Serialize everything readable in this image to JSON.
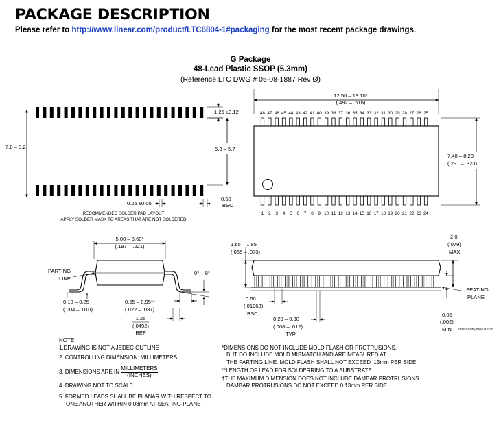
{
  "header": {
    "title": "PACKAGE DESCRIPTION",
    "refer_prefix": "Please refer to ",
    "refer_link": "http://www.linear.com/product/LTC6804-1#packaging",
    "refer_suffix": " for the most recent package drawings."
  },
  "package": {
    "name": "G Package",
    "type": "48-Lead Plastic SSOP (5.3mm)",
    "reference": "(Reference LTC DWG # 05-08-1887 Rev Ø)"
  },
  "pad_layout": {
    "dim_pad_length": "1.25 ±0.12",
    "dim_height": "7.8 – 8.2",
    "dim_inner": "5.3 – 5.7",
    "dim_pad_width": "0.25 ±0.05",
    "dim_pitch": "0.50",
    "dim_pitch_note": "BSC",
    "caption1": "RECOMMENDED SOLDER PAD LAYOUT",
    "caption2": "APPLY SOLDER MASK TO AREAS THAT ARE NOT SOLDERED"
  },
  "top_view": {
    "dim_length_mm": "12.50 – 13.10*",
    "dim_length_in": "(.492 – .516)",
    "dim_width_mm": "7.40 – 8.20",
    "dim_width_in": "(.291 – .323)",
    "top_pins": [
      "48",
      "47",
      "46",
      "45",
      "44",
      "43",
      "42",
      "41",
      "40",
      "39",
      "38",
      "37",
      "36",
      "35",
      "34",
      "33",
      "32",
      "31",
      "30",
      "29",
      "28",
      "27",
      "26",
      "25"
    ],
    "bottom_pins": [
      "1",
      "2",
      "3",
      "4",
      "5",
      "6",
      "7",
      "8",
      "9",
      "10",
      "11",
      "12",
      "13",
      "14",
      "15",
      "16",
      "17",
      "18",
      "19",
      "20",
      "21",
      "22",
      "23",
      "24"
    ]
  },
  "side_view": {
    "dim_width_mm": "5.00 – 5.60*",
    "dim_width_in": "(.197 – .221)",
    "parting_line1": "PARTING",
    "parting_line2": "LINE",
    "angle": "0° – 8°",
    "dim_lead_mm": "0.10 – 0.25",
    "dim_lead_in": "(.004 – .010)",
    "dim_foot_mm": "0.55 – 0.95**",
    "dim_foot_in": "(.022 – .037)",
    "dim_ref_mm": "1.25",
    "dim_ref_in": "(.0492)",
    "dim_ref_note": "REF"
  },
  "end_view": {
    "dim_body_mm": "1.65 – 1.85",
    "dim_body_in": "(.065 – .073)",
    "dim_max_mm": "2.0",
    "dim_max_in": "(.079)",
    "dim_max_note": "MAX",
    "seating1": "SEATING",
    "seating2": "PLANE",
    "dim_pitch_mm": "0.50",
    "dim_pitch_in": "(.01968)",
    "dim_pitch_note": "BSC",
    "dim_lead_mm": "0.20 – 0.30",
    "dim_lead_in": "(.008 – .012)",
    "dim_lead_note": "TYP",
    "dim_min_mm": "0.05",
    "dim_min_in": "(.002)",
    "dim_min_note": "MIN",
    "drawing_id": "G48(SSOP) 0910 REV 0"
  },
  "notes": {
    "heading": "NOTE:",
    "n1": "1.DRAWING IS NOT A JEDEC OUTLINE",
    "n2": "2. CONTROLLING DIMENSION: MILLIMETERS",
    "n3_prefix": "3. DIMENSIONS ARE IN",
    "n3_num": "MILLIMETERS",
    "n3_den": "(INCHES)",
    "n4": "4. DRAWING NOT TO SCALE",
    "n5a": "5. FORMED LEADS SHALL BE PLANAR WITH RESPECT TO",
    "n5b": "ONE ANOTHER WITHIN 0.08mm AT SEATING PLANE"
  },
  "footnotes": {
    "f1a": "*DIMENSIONS DO NOT INCLUDE MOLD FLASH OR PROTRUSIONS,",
    "f1b": "BUT DO INCLUDE MOLD MISMATCH AND ARE MEASURED AT",
    "f1c": "THE PARTING LINE. MOLD FLASH SHALL NOT EXCEED .15mm PER SIDE",
    "f2": "**LENGTH OF LEAD FOR SOLDERRING TO A SUBSTRATE",
    "f3a": "†THE MAXIMUM DIMENSION DOES NOT INCLUDE DAMBAR PROTRUSIONS.",
    "f3b": "DAMBAR PROTRUSIONS DO NOT EXCEED 0.13mm PER SIDE"
  }
}
